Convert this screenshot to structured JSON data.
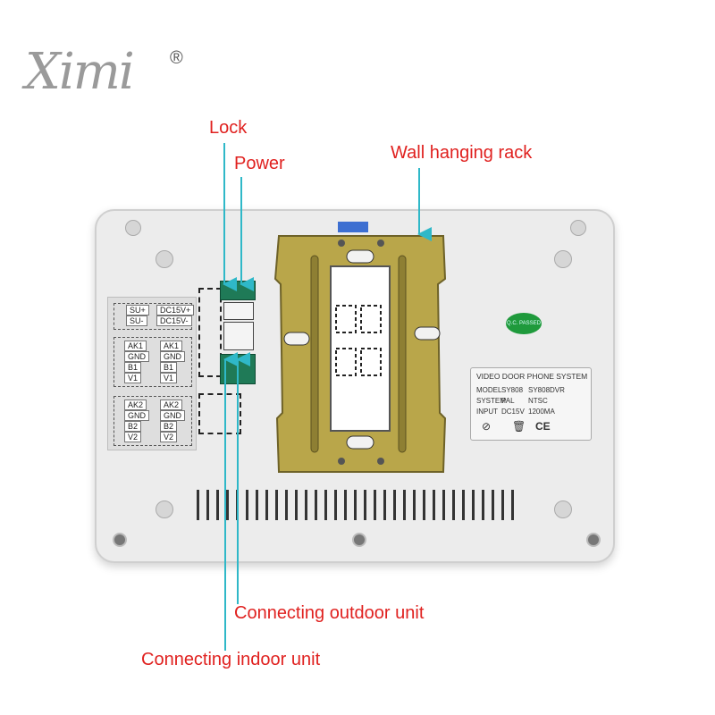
{
  "brand": {
    "logo_text": "Ximi",
    "registered_mark": "®"
  },
  "callouts": {
    "lock": "Lock",
    "power": "Power",
    "wall_rack": "Wall hanging rack",
    "outdoor": "Connecting outdoor unit",
    "indoor": "Connecting indoor unit"
  },
  "terminals": {
    "power": [
      "SU+",
      "SU-",
      "DC15V+",
      "DC15V-"
    ],
    "group1": [
      "AK1",
      "GND",
      "B1",
      "V1"
    ],
    "group2": [
      "AK2",
      "GND",
      "B2",
      "V2"
    ]
  },
  "spec_plate": {
    "title": "VIDEO DOOR PHONE SYSTEM",
    "model_label": "MODEL",
    "model_a": "SY808",
    "model_b": "SY808DVR",
    "system_label": "SYSTEM",
    "pal": "PAL",
    "ntsc": "NTSC",
    "input_label": "INPUT",
    "voltage": "DC15V",
    "current": "1200MA",
    "ce": "CE"
  },
  "badge": {
    "text": "Q.C. PASSED"
  },
  "colors": {
    "callout": "#e0211f",
    "arrow": "#2fb8c8",
    "device": "#ececec",
    "rack": "#b9a64a"
  }
}
